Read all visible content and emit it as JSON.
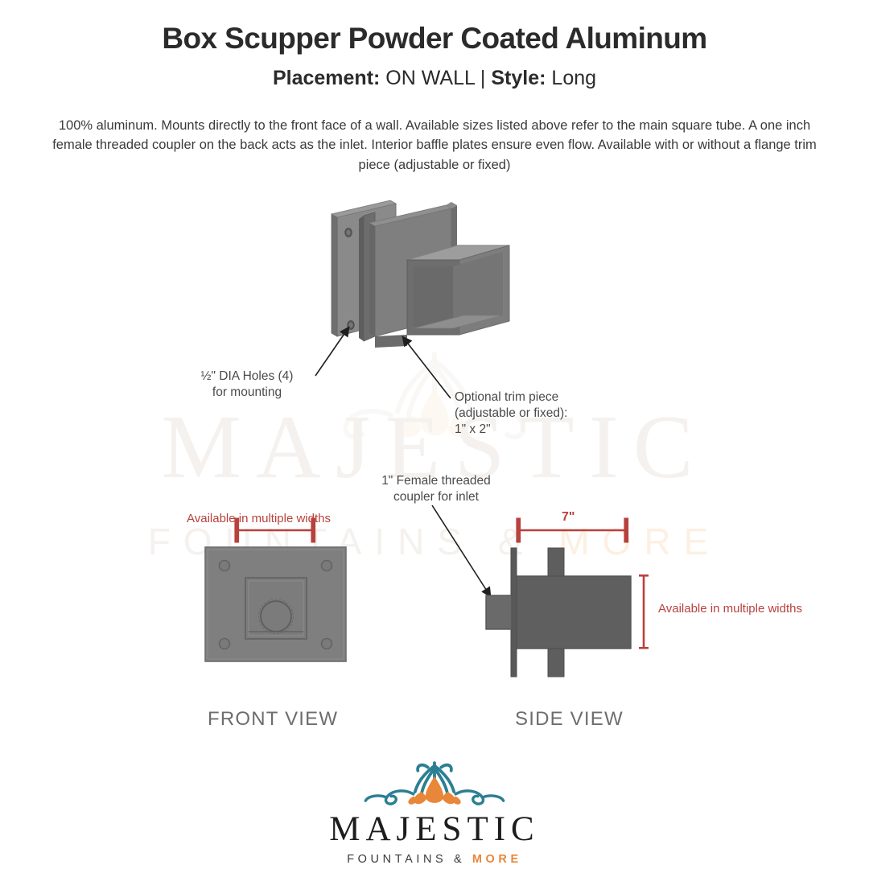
{
  "header": {
    "title": "Box Scupper Powder Coated Aluminum",
    "placement_label": "Placement:",
    "placement_value": "ON WALL",
    "separator": "|",
    "style_label": "Style:",
    "style_value": "Long"
  },
  "description": "100% aluminum. Mounts directly to the front face of a wall. Available sizes listed above refer to the main square tube. A one inch female threaded coupler on the back acts as the inlet. Interior baffle plates ensure even flow. Available with or without a flange trim piece (adjustable or fixed)",
  "callouts": {
    "holes": "½\" DIA Holes (4)\nfor mounting",
    "trim": "Optional trim piece\n(adjustable or fixed):\n1\" x 2\"",
    "coupler": "1\" Female threaded\ncoupler for inlet"
  },
  "dimensions": {
    "front_width": "Available in multiple widths",
    "side_depth": "7\"",
    "side_height": "Available in multiple widths"
  },
  "views": {
    "front": "FRONT VIEW",
    "side": "SIDE VIEW"
  },
  "watermark": {
    "main": "MAJESTIC",
    "sub_left": "FOUNTAINS & ",
    "sub_more": "MORE"
  },
  "logo": {
    "word": "MAJESTIC",
    "sub_left": "FOUNTAINS & ",
    "sub_more": "MORE"
  },
  "colors": {
    "accent_red": "#b8413d",
    "metal_light": "#8d8d8d",
    "metal_mid": "#7b7b7b",
    "metal_dark": "#636363",
    "logo_teal": "#2b7f93",
    "logo_orange": "#e8873a",
    "text_dark": "#2b2b2b",
    "view_label_gray": "#6d6d6d"
  }
}
